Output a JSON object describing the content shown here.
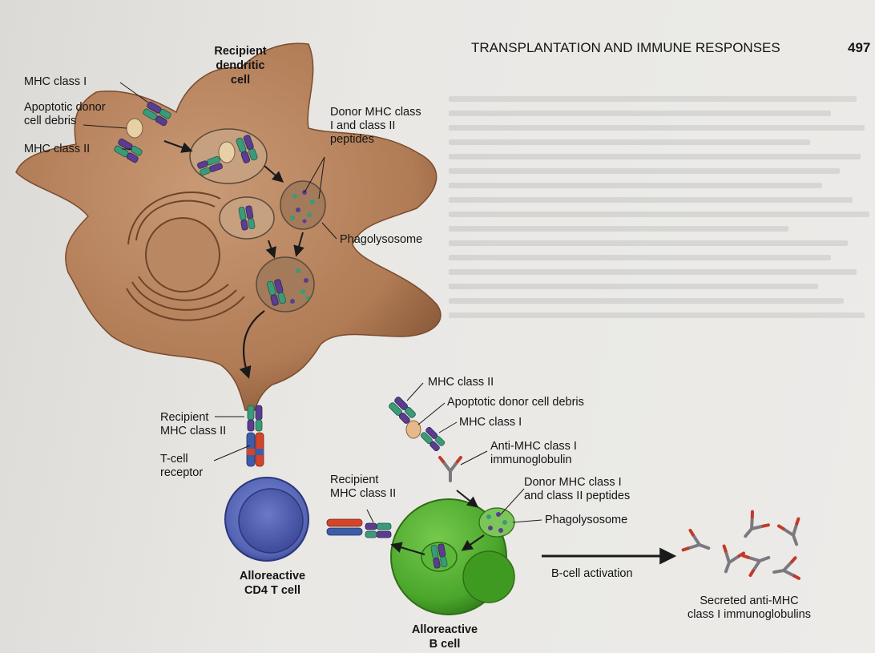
{
  "header": {
    "title": "TRANSPLANTATION AND IMMUNE RESPONSES",
    "page": "497"
  },
  "labels": {
    "recipient_dc": [
      "Recipient",
      "dendritic",
      "cell"
    ],
    "mhc_class_i_top": "MHC class I",
    "apoptotic_debris_top": [
      "Apoptotic donor",
      "cell debris"
    ],
    "mhc_class_ii_top": "MHC class II",
    "donor_peptides_top": [
      "Donor MHC class",
      "I and class II",
      "peptides"
    ],
    "phagolysosome_top": "Phagolysosome",
    "recipient_mhc_ii_dc": [
      "Recipient",
      "MHC class II"
    ],
    "tcell_receptor": [
      "T-cell",
      "receptor"
    ],
    "alloreactive_t": [
      "Alloreactive",
      "CD4 T cell"
    ],
    "recipient_mhc_ii_b": [
      "Recipient",
      "MHC class II"
    ],
    "mhc_class_ii_b": "MHC class II",
    "apoptotic_debris_b": "Apoptotic donor cell debris",
    "mhc_class_i_b": "MHC class I",
    "anti_mhc_ig": [
      "Anti-MHC class I",
      "immunoglobulin"
    ],
    "donor_peptides_b": [
      "Donor MHC class I",
      "and class II peptides"
    ],
    "phagolysosome_b": "Phagolysosome",
    "alloreactive_b": [
      "Alloreactive",
      "B cell"
    ],
    "bcell_activation": "B-cell activation",
    "secreted": [
      "Secreted anti-MHC",
      "class I immunoglobulins"
    ]
  },
  "colors": {
    "dendritic_cell": "#b7845f",
    "t_cell": "#5b6bb8",
    "b_cell": "#4aa62b",
    "mhc_green": "#3b9a78",
    "mhc_purple": "#5b3d8f",
    "tcr_red": "#d2452b",
    "tcr_blue": "#3c5ea8",
    "antibody_gray": "#7d7880",
    "antibody_red": "#c23a2a"
  }
}
